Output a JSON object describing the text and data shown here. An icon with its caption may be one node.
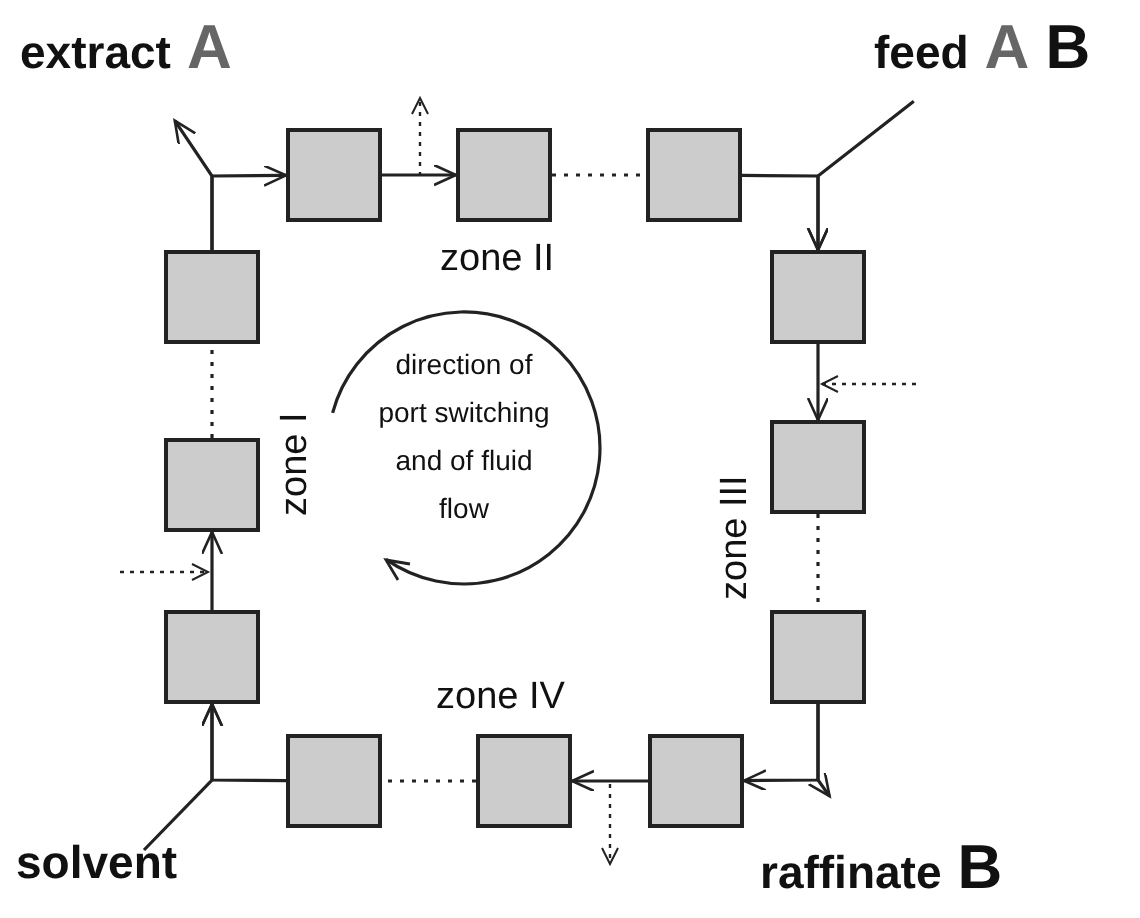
{
  "diagram": {
    "nodes": [
      {
        "text": [
          "extract",
          "A"
        ]
      },
      {
        "text": [
          "feed",
          "A",
          "B"
        ]
      },
      {
        "text": [],
        "shape": "box"
      },
      {
        "text": [],
        "shape": "box"
      },
      {
        "text": [],
        "shape": "box"
      },
      {
        "text": [],
        "shape": "box"
      },
      {
        "text": [],
        "shape": "box"
      },
      {
        "text": [],
        "shape": "box"
      },
      {
        "text": [],
        "shape": "box"
      },
      {
        "text": [],
        "shape": "box"
      },
      {
        "text": [],
        "shape": "box"
      },
      {
        "text": [],
        "shape": "box"
      },
      {
        "text": [],
        "shape": "box"
      },
      {
        "text": [],
        "shape": "box"
      },
      {
        "text": [
          "solvent"
        ]
      },
      {
        "text": [
          "raffinate",
          "B"
        ]
      }
    ],
    "edges": [
      {
        "from": 2,
        "to": 3,
        "arrow": "to"
      },
      {
        "from": 3,
        "to": 4,
        "arrow": "none",
        "style": "dashed"
      },
      {
        "from": 4,
        "to": 6,
        "arrow": "to"
      },
      {
        "from": 1,
        "to": 6,
        "arrow": "to"
      },
      {
        "from": 6,
        "to": 7,
        "arrow": "to"
      },
      {
        "from": 7,
        "to": 10,
        "arrow": "none",
        "style": "dashed"
      },
      {
        "from": 10,
        "to": 15,
        "arrow": "to"
      },
      {
        "from": 10,
        "to": 13,
        "arrow": "to"
      },
      {
        "from": 13,
        "to": 12,
        "arrow": "to"
      },
      {
        "from": 12,
        "to": 11,
        "arrow": "none",
        "style": "dashed"
      },
      {
        "from": 11,
        "to": 9,
        "arrow": "to"
      },
      {
        "from": 14,
        "to": 9,
        "arrow": "to"
      },
      {
        "from": 9,
        "to": 8,
        "arrow": "to"
      },
      {
        "from": 8,
        "to": 5,
        "arrow": "none",
        "style": "dashed"
      },
      {
        "from": 5,
        "to": 0,
        "arrow": "to"
      },
      {
        "from": 5,
        "to": 2,
        "arrow": "to"
      }
    ],
    "labels": [
      "zone II",
      "zone I",
      "direction of port switching and of fluid flow",
      "zone III",
      "zone IV"
    ]
  }
}
